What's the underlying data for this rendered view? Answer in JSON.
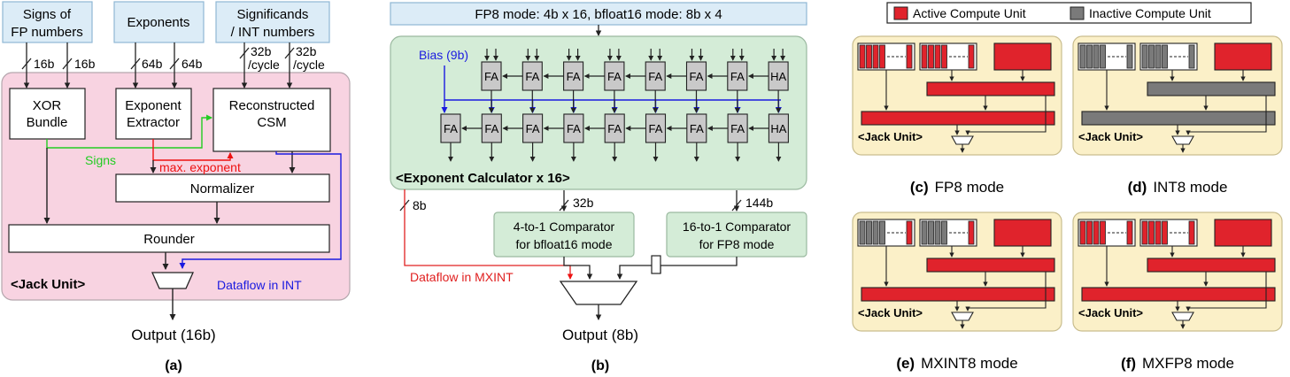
{
  "colors": {
    "input_box": "#dcecf7",
    "input_stroke": "#8fb7d4",
    "jack_bg": "#f8d3e1",
    "jack_stroke": "#b4a6ad",
    "calc_bg": "#d4ecd7",
    "calc_stroke": "#9ab99f",
    "fa_fill": "#c9c9c9",
    "active": "#e0232c",
    "inactive": "#7a7a7a",
    "unit_bg": "#fbf0c8",
    "unit_stroke": "#c9bd8e",
    "signs": "#22cc22",
    "maxexp": "#ee1111",
    "int_flow": "#1a1ae0",
    "bias": "#1a1ae0",
    "mxint_flow": "#e02020"
  },
  "panel_a": {
    "inputs": {
      "signs": [
        "Signs of",
        "FP numbers"
      ],
      "exponents": "Exponents",
      "significands": [
        "Significands",
        "/ INT numbers"
      ]
    },
    "bus_labels": {
      "signs_1": "16b",
      "signs_2": "16b",
      "exp_1": "64b",
      "exp_2": "64b",
      "sig_1": [
        "32b",
        "/cycle"
      ],
      "sig_2": [
        "32b",
        "/cycle"
      ]
    },
    "blocks": {
      "xor": [
        "XOR",
        "Bundle"
      ],
      "extractor": [
        "Exponent",
        "Extractor"
      ],
      "csm": [
        "Reconstructed",
        "CSM"
      ],
      "normalizer": "Normalizer",
      "rounder": "Rounder"
    },
    "signals": {
      "signs": "Signs",
      "max_exponent": "max. exponent",
      "dataflow_int": "Dataflow in INT"
    },
    "unit_label": "<Jack Unit>",
    "output": "Output (16b)",
    "caption": "(a)"
  },
  "panel_b": {
    "header": "FP8 mode: 4b x 16,   bfloat16 mode: 8b x 4",
    "bias": "Bias (9b)",
    "row1": [
      "FA",
      "FA",
      "FA",
      "FA",
      "FA",
      "FA",
      "FA",
      "HA"
    ],
    "row2": [
      "FA",
      "FA",
      "FA",
      "FA",
      "FA",
      "FA",
      "FA",
      "FA",
      "HA"
    ],
    "calc_label": "<Exponent Calculator x 16>",
    "bus_labels": {
      "b8": "8b",
      "b32": "32b",
      "b144": "144b"
    },
    "comparator_bf16": [
      "4-to-1 Comparator",
      "for bfloat16 mode"
    ],
    "comparator_fp8": [
      "16-to-1 Comparator",
      "for FP8 mode"
    ],
    "dataflow_mxint": "Dataflow in MXINT",
    "output": "Output (8b)",
    "caption": "(b)"
  },
  "legend": {
    "active": "Active Compute Unit",
    "inactive": "Inactive Compute Unit"
  },
  "modes": [
    {
      "caption_letter": "(c)",
      "caption_text": "FP8 mode",
      "unit_label": "<Jack Unit>",
      "reg_cells": [
        "active",
        "active",
        "active",
        "active",
        "inactive",
        "inactive",
        "inactive",
        "active"
      ],
      "bar_main": "active",
      "bar_bottom": "active",
      "top_right": "active"
    },
    {
      "caption_letter": "(d)",
      "caption_text": "INT8 mode",
      "unit_label": "<Jack Unit>",
      "reg_cells": [
        "inactive",
        "inactive",
        "inactive",
        "inactive",
        "inactive",
        "inactive",
        "inactive",
        "inactive"
      ],
      "bar_main": "inactive",
      "bar_bottom": "inactive",
      "top_right": "active"
    },
    {
      "caption_letter": "(e)",
      "caption_text": "MXINT8 mode",
      "unit_label": "<Jack Unit>",
      "reg_cells": [
        "inactive",
        "inactive",
        "inactive",
        "inactive",
        "inactive",
        "inactive",
        "inactive",
        "active"
      ],
      "bar_main": "active",
      "bar_bottom": "active",
      "top_right": "active"
    },
    {
      "caption_letter": "(f)",
      "caption_text": "MXFP8 mode",
      "unit_label": "<Jack Unit>",
      "reg_cells": [
        "active",
        "active",
        "active",
        "active",
        "inactive",
        "inactive",
        "inactive",
        "active"
      ],
      "bar_main": "active",
      "bar_bottom": "active",
      "top_right": "active"
    }
  ]
}
